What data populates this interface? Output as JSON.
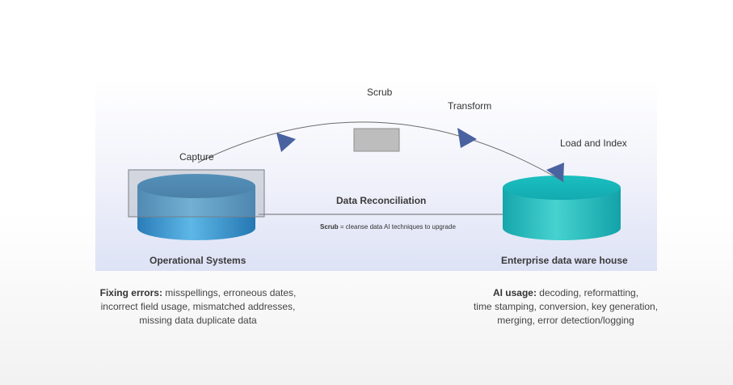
{
  "stages": {
    "capture": "Capture",
    "scrub": "Scrub",
    "transform": "Transform",
    "load": "Load and Index"
  },
  "center": {
    "title": "Data Reconciliation",
    "note_bold": "Scrub",
    "note_text": " = cleanse data AI techniques to upgrade"
  },
  "source": {
    "label": "Operational Systems"
  },
  "target": {
    "label": "Enterprise data ware house"
  },
  "left_caption": {
    "bold": "Fixing errors:",
    "line1": " misspellings, erroneous dates,",
    "line2": "incorrect field usage, mismatched addresses,",
    "line3": "missing data duplicate data"
  },
  "right_caption": {
    "bold": "AI usage:",
    "line1": " decoding, reformatting,",
    "line2": "time stamping, conversion, key generation,",
    "line3": "merging, error detection/logging"
  },
  "colors": {
    "arrow": "#4a62a0",
    "source_cylinder": "#2e8cc4",
    "target_cylinder": "#19b3b8",
    "scrub_box": "#bdbdbd"
  }
}
